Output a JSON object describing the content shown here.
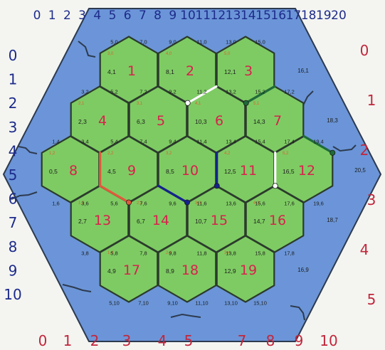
{
  "colors": {
    "background": "#f4f5f1",
    "water": "#6b95d8",
    "water_edge": "#2d3a4f",
    "tile": "#7ecb63",
    "tile_edge": "#2b3b2c",
    "tile_number": "#d8214c",
    "top_ruler": "#1d2b8a",
    "left_ruler": "#1d2b8a",
    "bottom_ruler": "#c2263b",
    "right_ruler": "#c2263b",
    "coord": "#1c1c1c",
    "coord_small": "#d8632e",
    "white_road": "#ffffff",
    "green_road": "#1f6b3a",
    "red_road": "#e05a3c",
    "blue_road": "#14238c"
  },
  "top_ruler": [
    "0",
    "1",
    "2",
    "3",
    "4",
    "5",
    "6",
    "7",
    "8",
    "9",
    "10",
    "11",
    "12",
    "13",
    "14",
    "15",
    "16",
    "17",
    "18",
    "19",
    "20"
  ],
  "left_ruler": [
    "0",
    "1",
    "2",
    "3",
    "4",
    "5",
    "6",
    "7",
    "8",
    "9",
    "10"
  ],
  "bottom_ruler": [
    "0",
    "1",
    "2",
    "3",
    "4",
    "5",
    "7",
    "8",
    "9",
    "10"
  ],
  "right_ruler": [
    "0",
    "1",
    "2",
    "3",
    "4",
    "5"
  ],
  "tiles": [
    {
      "num": "1",
      "coord": "4,1",
      "tag": "3,0"
    },
    {
      "num": "2",
      "coord": "8,1",
      "tag": "4,0"
    },
    {
      "num": "3",
      "coord": "12,1",
      "tag": "5,0"
    },
    {
      "num": "4",
      "coord": "2,3",
      "tag": "2,1"
    },
    {
      "num": "5",
      "coord": "6,3",
      "tag": "3,1"
    },
    {
      "num": "6",
      "coord": "10,3",
      "tag": "4,1"
    },
    {
      "num": "7",
      "coord": "14,3",
      "tag": "5,1"
    },
    {
      "num": "8",
      "coord": "0,5",
      "tag": "1,2"
    },
    {
      "num": "9",
      "coord": "4,5",
      "tag": "2,2"
    },
    {
      "num": "10",
      "coord": "8,5",
      "tag": "3,2"
    },
    {
      "num": "11",
      "coord": "12,5",
      "tag": "4,2"
    },
    {
      "num": "12",
      "coord": "16,5",
      "tag": "5,2"
    },
    {
      "num": "13",
      "coord": "2,7",
      "tag": "1,3"
    },
    {
      "num": "14",
      "coord": "6,7",
      "tag": "2,3"
    },
    {
      "num": "15",
      "coord": "10,7",
      "tag": "3,3"
    },
    {
      "num": "16",
      "coord": "14,7",
      "tag": "4,3"
    },
    {
      "num": "17",
      "coord": "4,9",
      "tag": "1,4"
    },
    {
      "num": "18",
      "coord": "8,9",
      "tag": "2,4"
    },
    {
      "num": "19",
      "coord": "12,9",
      "tag": "3,4"
    }
  ],
  "vertex_labels": [
    "5,0",
    "7,0",
    "9,0",
    "11,0",
    "13,0",
    "15,0",
    "3,2",
    "5,2",
    "7,2",
    "9,2",
    "11,2",
    "13,2",
    "15,2",
    "17,2",
    "1,4",
    "3,4",
    "5,4",
    "7,4",
    "9,4",
    "11,4",
    "13,4",
    "15,4",
    "17,4",
    "19,4",
    "1,6",
    "3,6",
    "5,6",
    "7,6",
    "9,6",
    "11,6",
    "13,6",
    "15,6",
    "17,6",
    "19,6",
    "3,8",
    "5,8",
    "7,8",
    "9,8",
    "11,8",
    "13,8",
    "15,8",
    "17,8",
    "5,10",
    "7,10",
    "9,10",
    "11,10",
    "13,10",
    "15,10"
  ],
  "side_coords": [
    "16,1",
    "18,3",
    "20,5",
    "18,7",
    "16,9"
  ]
}
